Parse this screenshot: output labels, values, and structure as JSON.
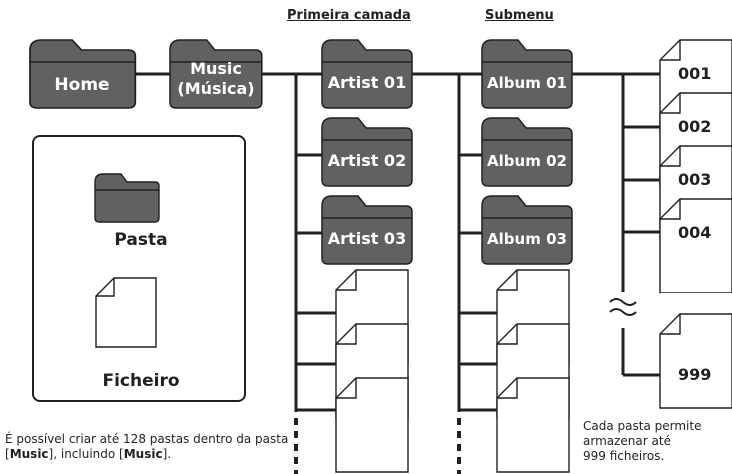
{
  "headers": {
    "first_layer": "Primeira camada",
    "submenu": "Submenu"
  },
  "folders": {
    "home": "Home",
    "music_line1": "Music",
    "music_line2": "(Música)",
    "artist_01": "Artist 01",
    "artist_02": "Artist 02",
    "artist_03": "Artist 03",
    "album_01": "Album 01",
    "album_02": "Album 02",
    "album_03": "Album 03"
  },
  "files": [
    "001",
    "002",
    "003",
    "004",
    "999"
  ],
  "legend": {
    "folder_label": "Pasta",
    "file_label": "Ficheiro"
  },
  "notes": {
    "left_part1": "É possível criar até 128 pastas dentro da pasta [",
    "left_bold1": "Music",
    "left_part2": "], incluindo [",
    "left_bold2": "Music",
    "left_part3": "].",
    "right_line1": "Cada pasta permite",
    "right_line2": "armazenar até",
    "right_line3": "999 ficheiros."
  },
  "colors": {
    "folder_fill": "#616161",
    "line": "#231f20",
    "file_fill": "#ffffff"
  }
}
